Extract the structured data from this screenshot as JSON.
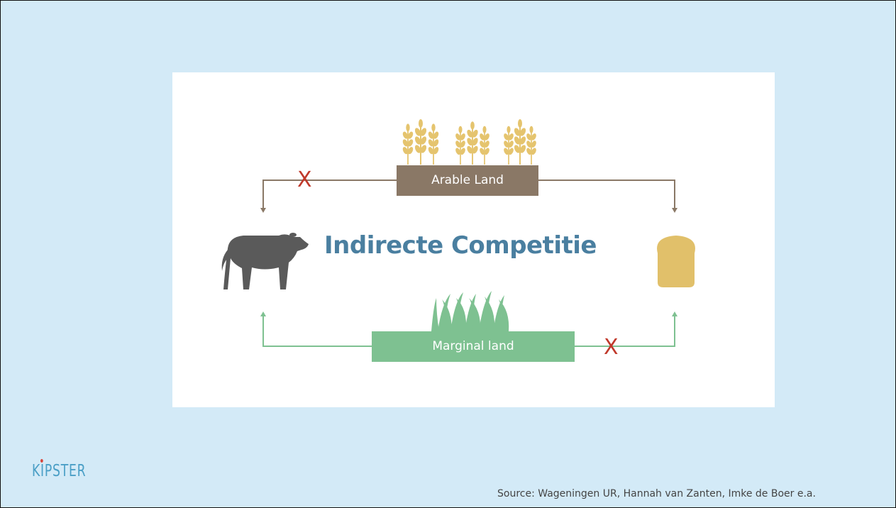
{
  "diagram": {
    "title": "Indirecte Competitie",
    "arable_label": "Arable Land",
    "marginal_label": "Marginal land",
    "blocked_mark": "X"
  },
  "footer": {
    "logo_text": "KIPSTER",
    "source": "Source: Wageningen UR, Hannah van Zanten, Imke de Boer e.a."
  },
  "colors": {
    "background": "#d3eaf7",
    "title": "#4a7fa0",
    "arable": "#8a7866",
    "marginal": "#7ec191",
    "cross": "#c0392b",
    "cow": "#5a5a5a",
    "bread": "#e1c06a",
    "wheat": "#e5c46e"
  }
}
